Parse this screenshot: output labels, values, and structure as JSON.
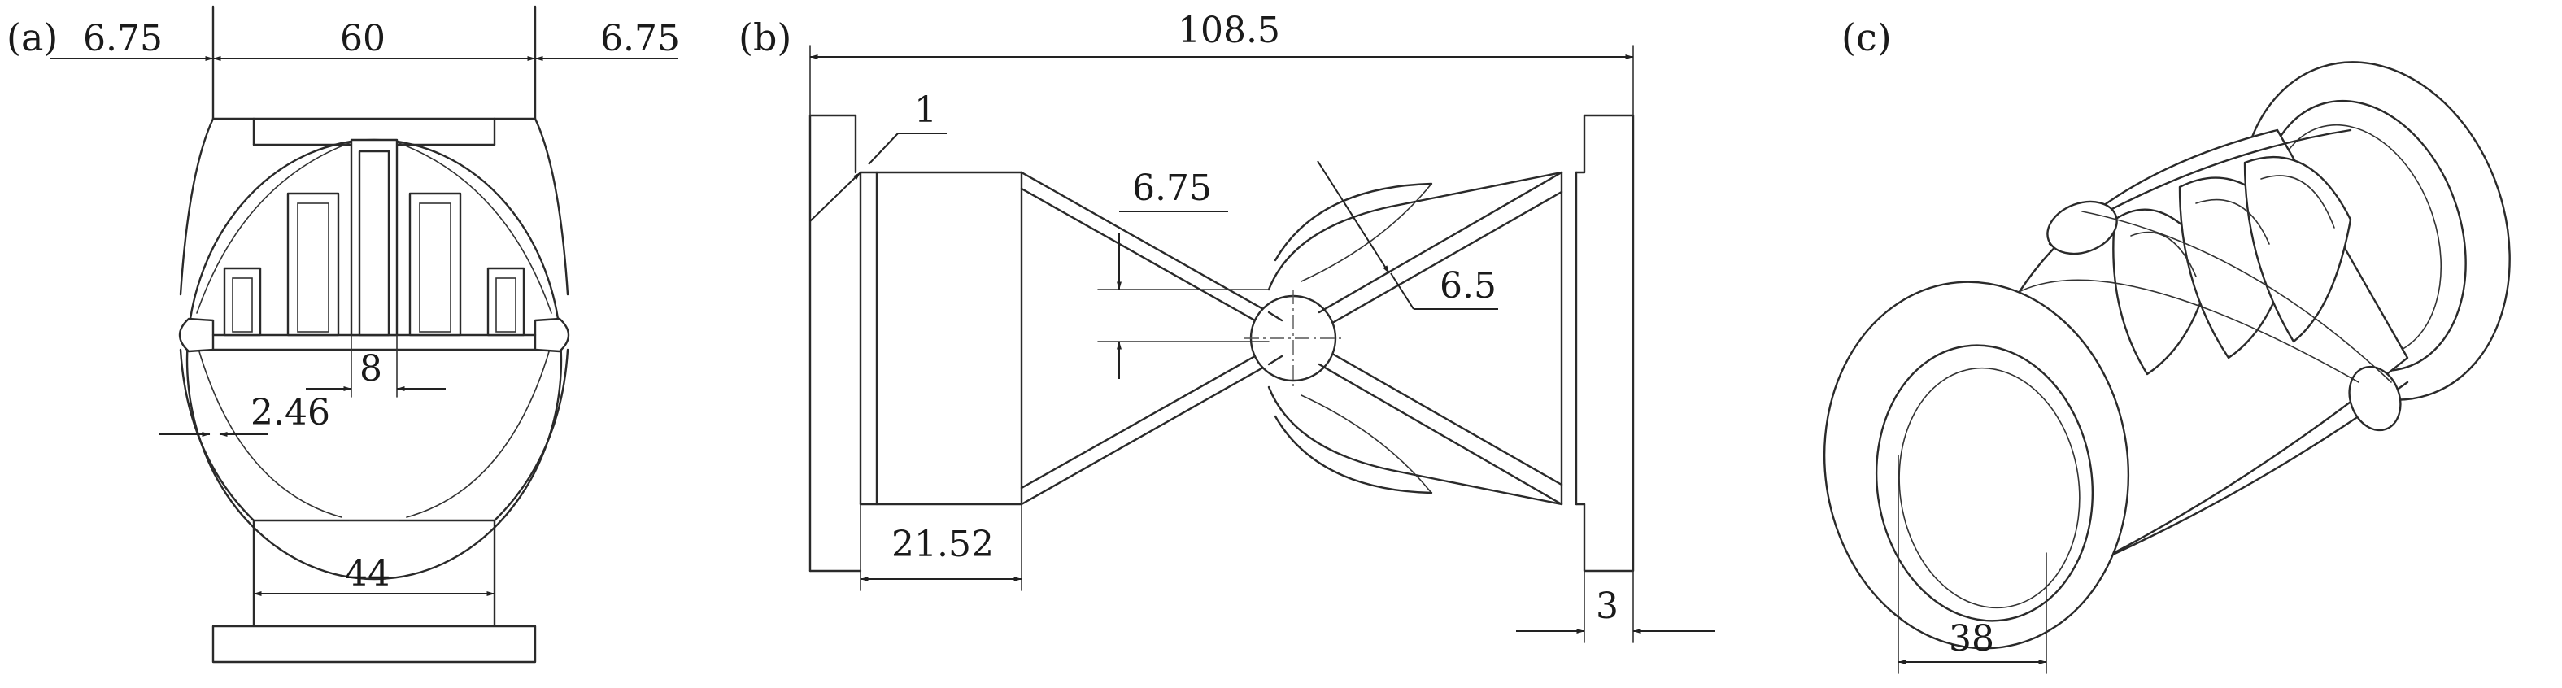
{
  "panels": [
    {
      "id": "a",
      "label": "(a)",
      "dimensions": {
        "flange_left": "6.75",
        "inner_width": "60",
        "flange_right": "6.75",
        "tooth_pitch": "8",
        "wall_offset": "2.46",
        "outlet_width": "44"
      }
    },
    {
      "id": "b",
      "label": "(b)",
      "dimensions": {
        "overall_length": "108.5",
        "chamfer": "1",
        "throat_gap": "6.75",
        "ball_radius": "6.5",
        "inlet_length": "21.52",
        "flange_thickness": "3"
      }
    },
    {
      "id": "c",
      "label": "(c)",
      "dimensions": {
        "port_diameter": "38"
      }
    }
  ],
  "colors": {
    "line": "#2a2a2a",
    "background": "#ffffff"
  }
}
